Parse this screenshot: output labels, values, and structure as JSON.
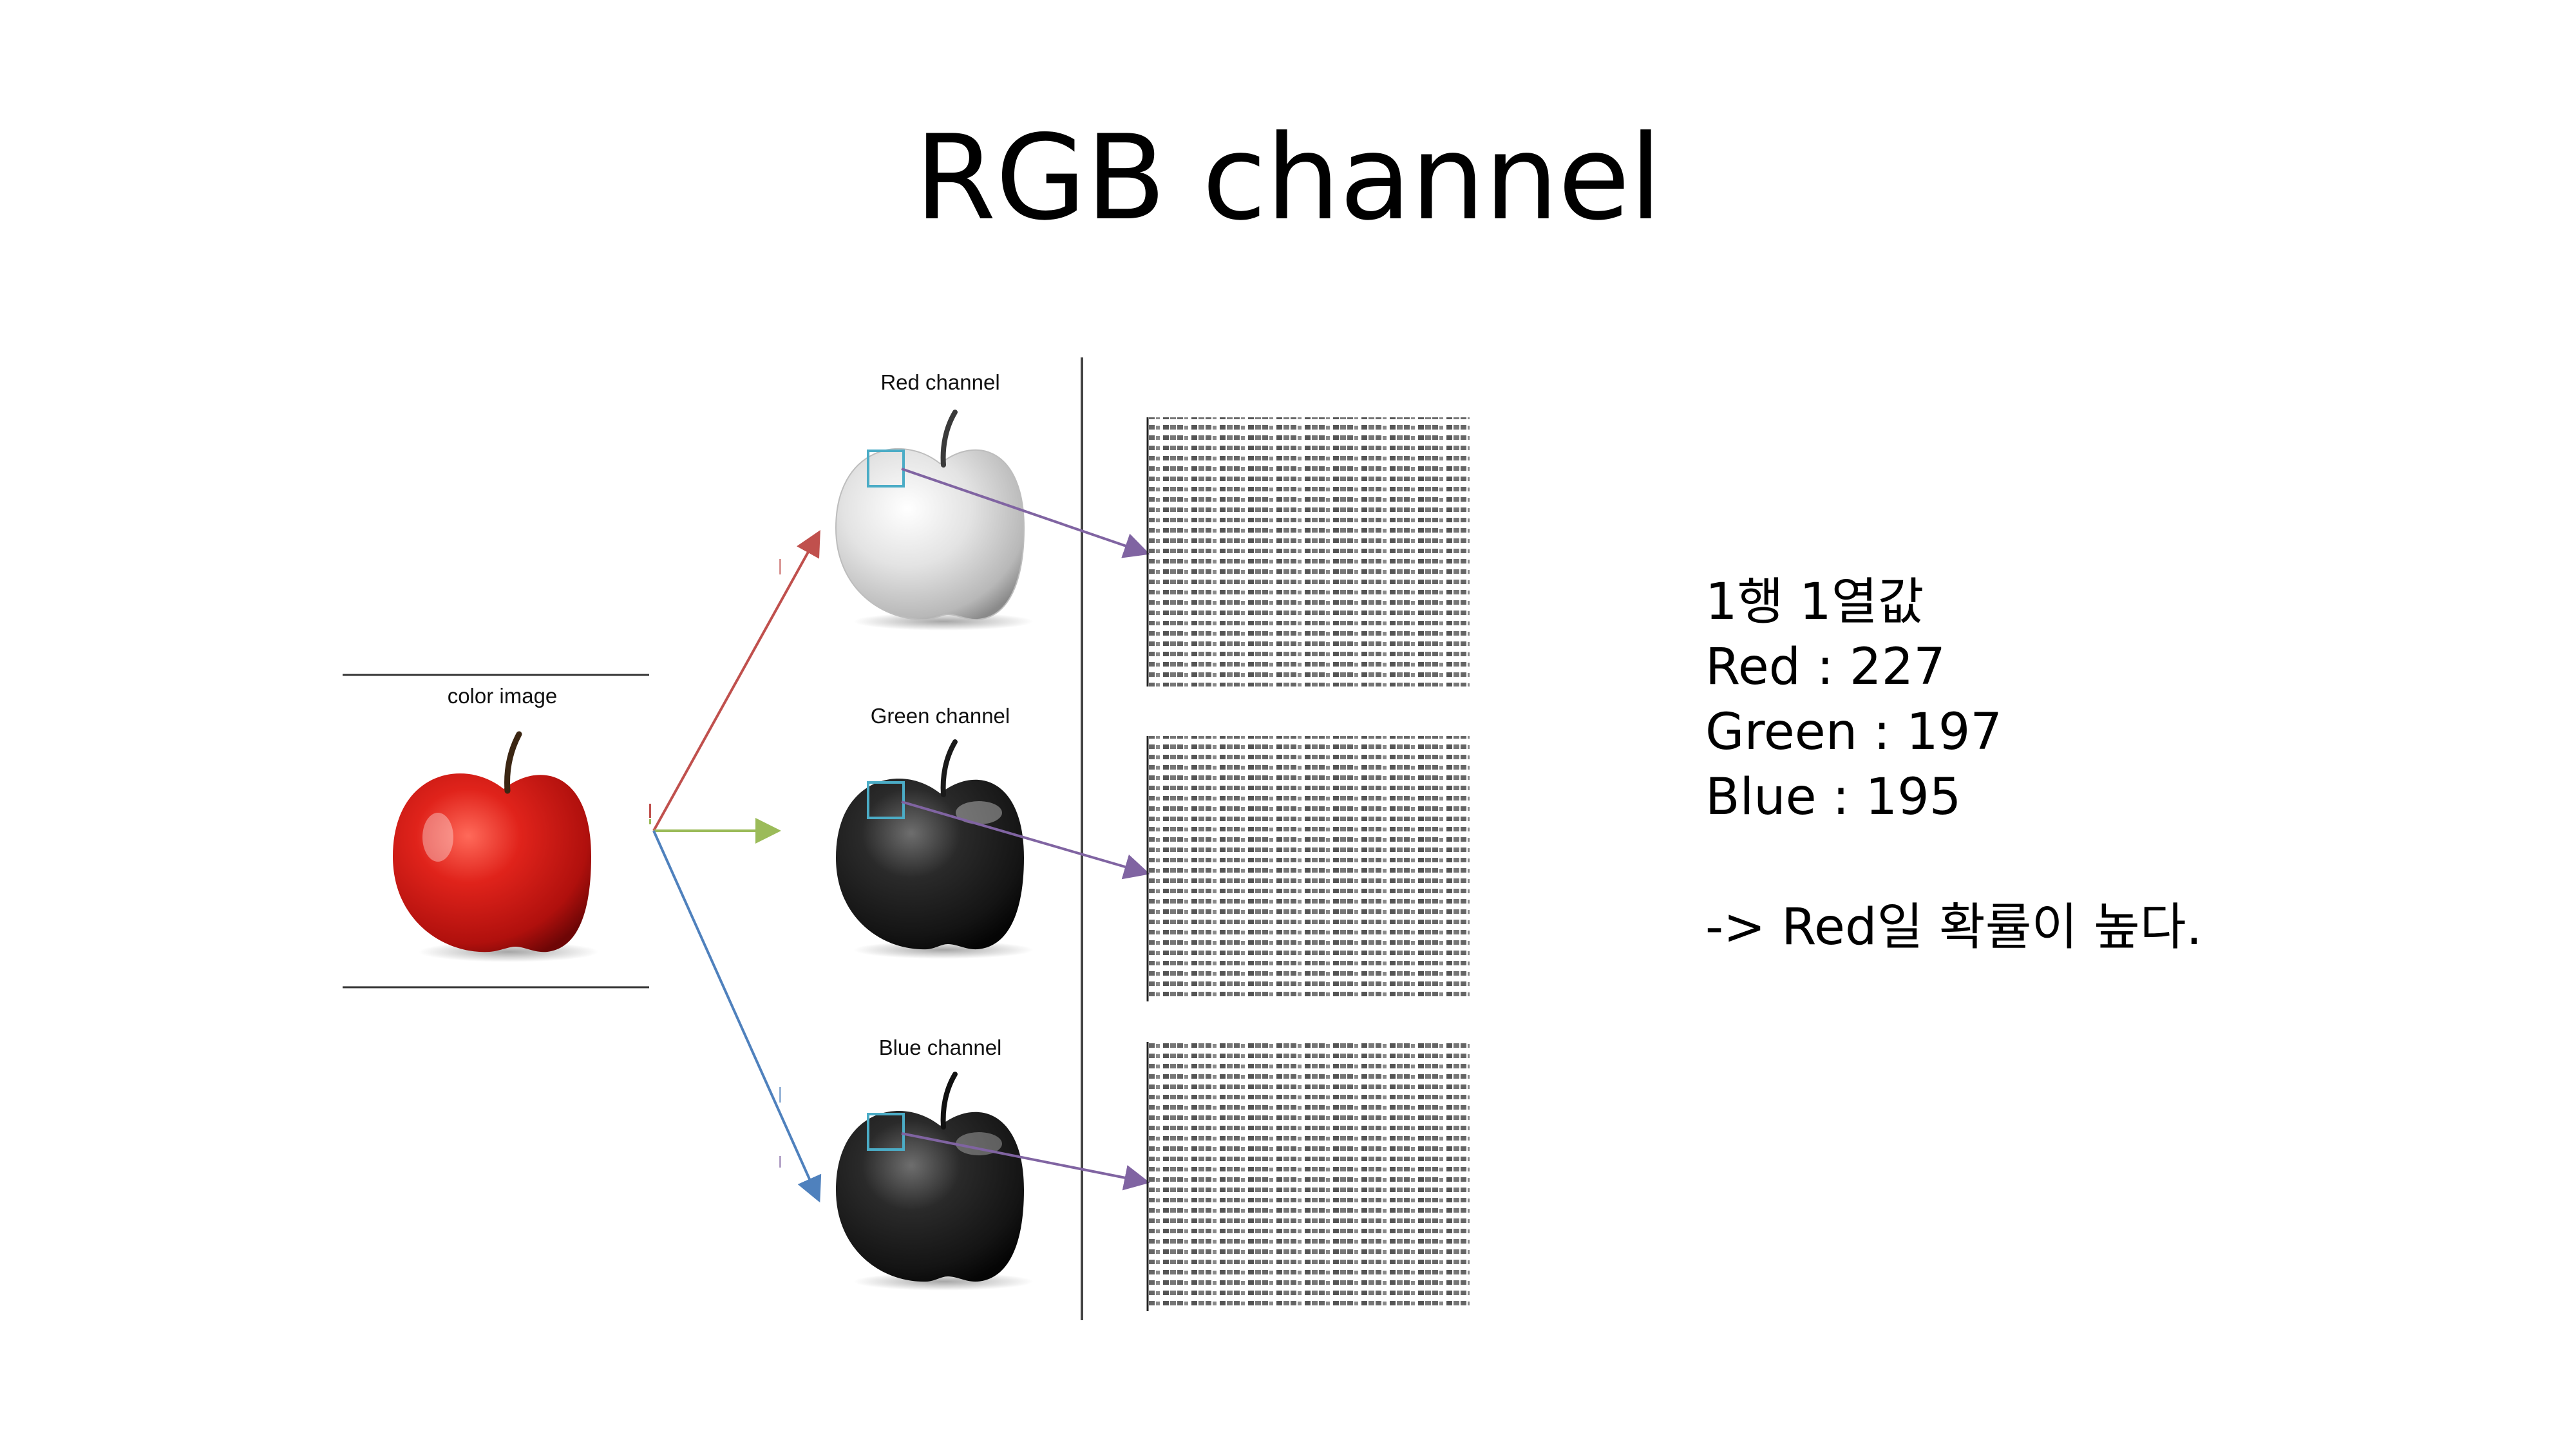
{
  "slide": {
    "title": "RGB channel",
    "figure": {
      "color_label": "color image",
      "red_label": "Red channel",
      "green_label": "Green channel",
      "blue_label": "Blue channel"
    },
    "info": {
      "heading": "1행 1열값",
      "red": "Red : 227",
      "green": "Green : 197",
      "blue": "Blue : 195",
      "conclusion": "-> Red일 확률이 높다."
    }
  },
  "colors": {
    "arrow_red": "#c0504d",
    "arrow_green": "#9bbb59",
    "arrow_blue": "#4f81bd",
    "arrow_purple": "#8064a2",
    "highlight_box": "#4bacc6"
  }
}
